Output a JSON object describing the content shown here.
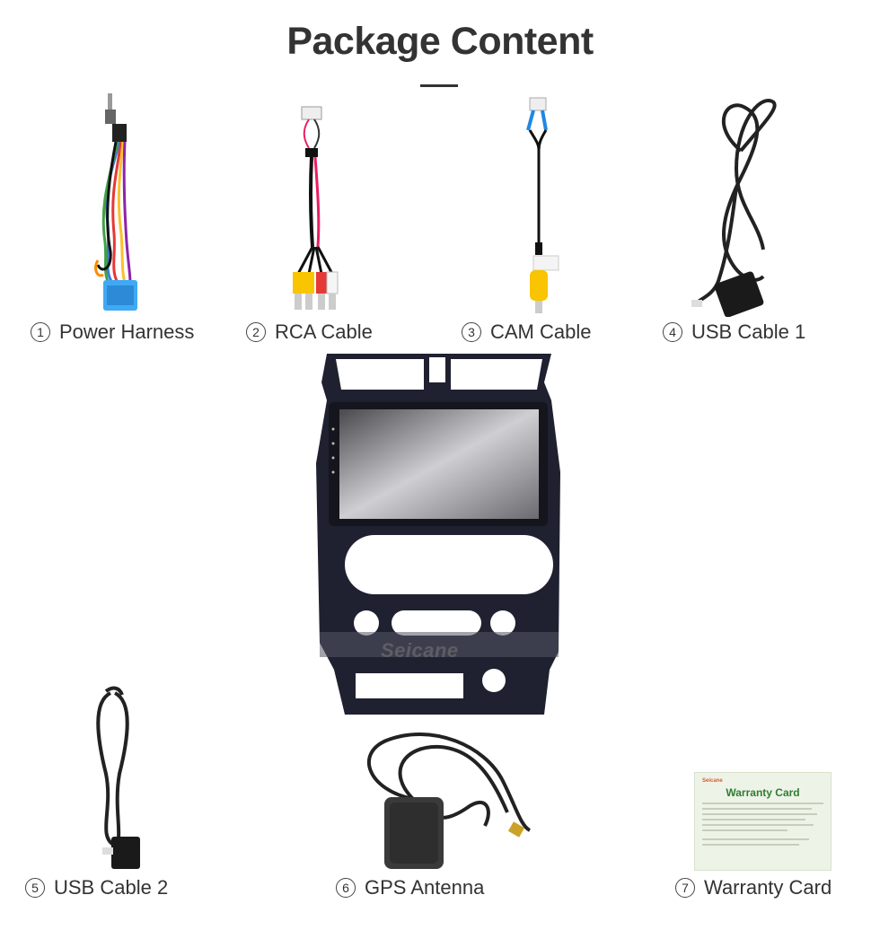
{
  "header": {
    "title": "Package Content"
  },
  "items": [
    {
      "num": "1",
      "label": "Power Harness"
    },
    {
      "num": "2",
      "label": "RCA Cable"
    },
    {
      "num": "3",
      "label": "CAM Cable"
    },
    {
      "num": "4",
      "label": "USB Cable 1"
    },
    {
      "num": "5",
      "label": "USB Cable 2"
    },
    {
      "num": "6",
      "label": "GPS Antenna"
    },
    {
      "num": "7",
      "label": "Warranty Card"
    }
  ],
  "center_product": {
    "watermark": "Seicane"
  },
  "warranty_card": {
    "brand": "Seicane",
    "title": "Warranty Card"
  },
  "colors": {
    "text": "#333333",
    "card_title": "#2e7d32",
    "brand": "#e05a2a"
  }
}
